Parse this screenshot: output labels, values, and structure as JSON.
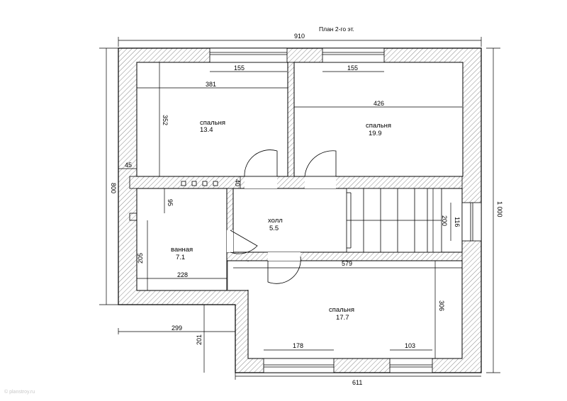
{
  "title": "План 2-го эт.",
  "rooms": [
    {
      "name": "спальня",
      "area": "13.4"
    },
    {
      "name": "спальня",
      "area": "19.9"
    },
    {
      "name": "холл",
      "area": "5.5"
    },
    {
      "name": "ванная",
      "area": "7.1"
    },
    {
      "name": "спальня",
      "area": "17.7"
    }
  ],
  "dimensions": {
    "overall_width": "910",
    "overall_height": "1 000",
    "left_height": "800",
    "window_1": "155",
    "window_2": "155",
    "bedroom1_width": "381",
    "bedroom1_depth": "352",
    "bedroom2_width": "426",
    "wall_45": "45",
    "wall_40": "40",
    "bath_95": "95",
    "bath_height": "205",
    "bath_width": "228",
    "stair_depth": "200",
    "stair_116": "116",
    "hall_width": "579",
    "bedroom3_depth": "306",
    "offset_width": "299",
    "offset_height": "201",
    "window_3": "178",
    "window_4": "103",
    "bottom_width": "611"
  },
  "watermark": "© planstroy.ru"
}
